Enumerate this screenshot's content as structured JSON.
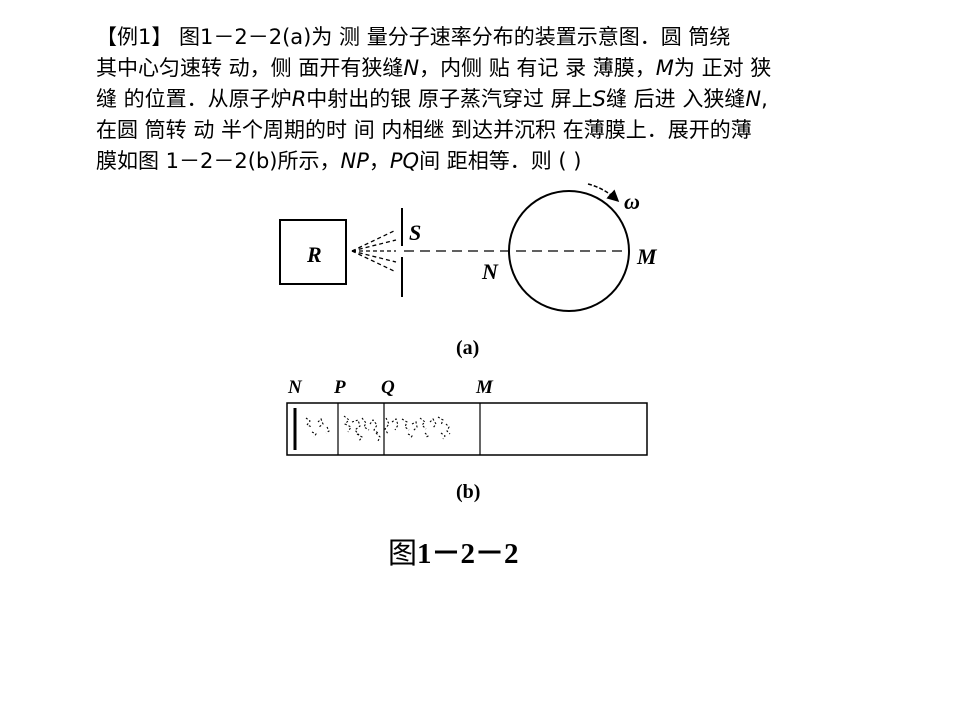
{
  "problem": {
    "lines": [
      [
        {
          "t": "【例1】    图1－2－2(a)为 测 量分子速率分布的装置示意图．圆 筒绕"
        }
      ],
      [
        {
          "t": "其中心匀速转 动，侧 面开有狭缝"
        },
        {
          "t": "N",
          "i": true
        },
        {
          "t": "，内侧 贴 有记 录 薄膜，"
        },
        {
          "t": "M",
          "i": true
        },
        {
          "t": "为 正对 狭"
        }
      ],
      [
        {
          "t": "缝 的位置．从原子炉"
        },
        {
          "t": "R",
          "i": true
        },
        {
          "t": "中射出的银 原子蒸汽穿过 屏上"
        },
        {
          "t": "S",
          "i": true
        },
        {
          "t": "缝 后进 入狭缝"
        },
        {
          "t": "N",
          "i": true
        },
        {
          "t": ","
        }
      ],
      [
        {
          "t": "在圆 筒转 动 半个周期的时 间 内相继 到达并沉积 在薄膜上．展开的薄"
        }
      ],
      [
        {
          "t": "膜如图 1－2－2(b)所示，"
        },
        {
          "t": "NP",
          "i": true
        },
        {
          "t": "，"
        },
        {
          "t": "PQ",
          "i": true
        },
        {
          "t": "间 距相等．则 (        )"
        }
      ]
    ]
  },
  "figure_a": {
    "source_label": "R",
    "slit_label": "S",
    "slit_n_label": "N",
    "mark_m_label": "M",
    "omega_label": "ω",
    "sub_caption": "(a)"
  },
  "figure_b": {
    "labels": [
      "N",
      "P",
      "Q",
      "M"
    ],
    "sub_caption": "(b)"
  },
  "caption": {
    "prefix": "图",
    "number": "1－2－2"
  }
}
